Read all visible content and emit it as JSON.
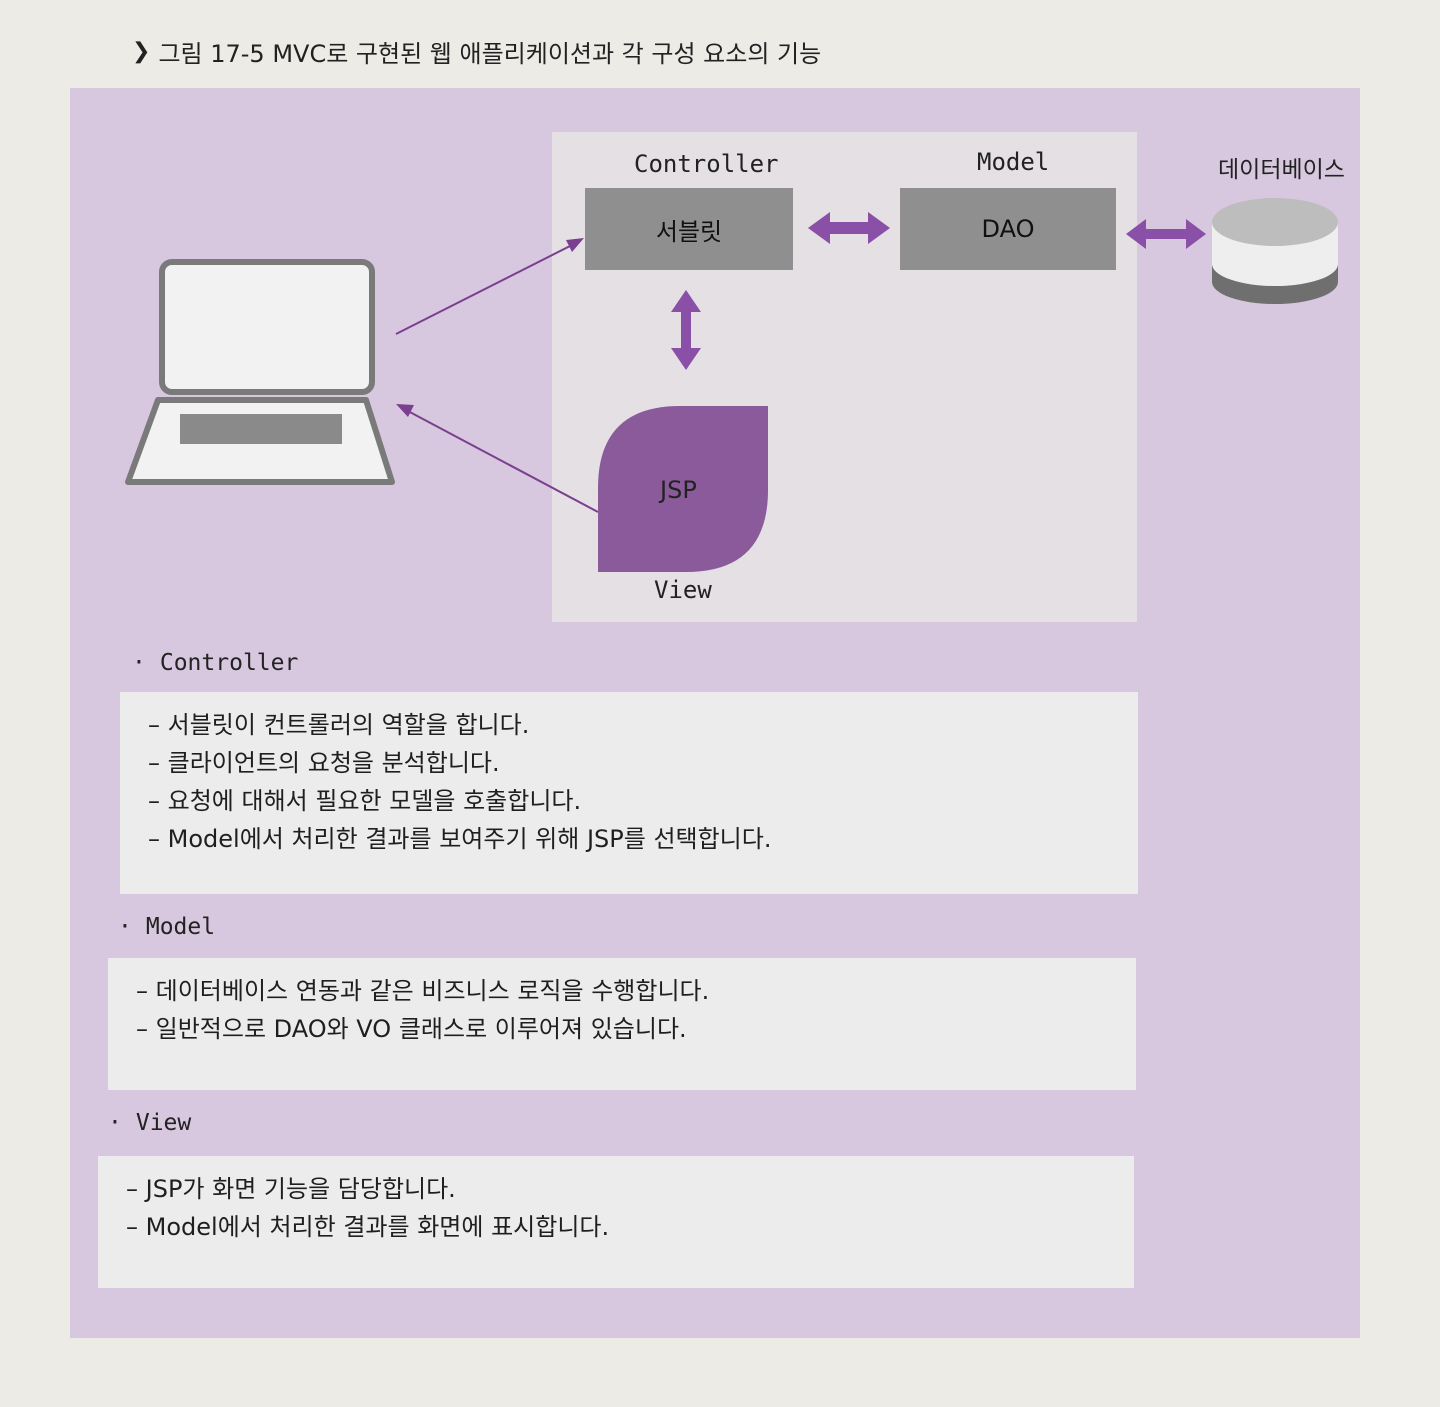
{
  "caption": {
    "icon": "chevron-down-icon",
    "text": "그림 17-5 MVC로 구현된 웹 애플리케이션과 각 구성 요소의 기능"
  },
  "diagram": {
    "controller_label": "Controller",
    "model_label": "Model",
    "database_label": "데이터베이스",
    "servlet_box": "서블릿",
    "dao_box": "DAO",
    "jsp_box": "JSP",
    "view_label": "View",
    "colors": {
      "panel": "#d8c8df",
      "arrow_accent": "#8a4fa6",
      "view_shape": "#8a5a9a",
      "box_gray": "#8f8f8f"
    }
  },
  "sections": [
    {
      "title": "Controller",
      "lines": [
        "– 서블릿이 컨트롤러의 역할을 합니다.",
        "– 클라이언트의 요청을 분석합니다.",
        "– 요청에 대해서 필요한 모델을 호출합니다.",
        "– Model에서 처리한 결과를 보여주기 위해 JSP를 선택합니다."
      ]
    },
    {
      "title": "Model",
      "lines": [
        "– 데이터베이스 연동과 같은 비즈니스 로직을 수행합니다.",
        "– 일반적으로 DAO와 VO 클래스로 이루어져 있습니다."
      ]
    },
    {
      "title": "View",
      "lines": [
        "– JSP가 화면 기능을 담당합니다.",
        "– Model에서 처리한 결과를 화면에 표시합니다."
      ]
    }
  ]
}
